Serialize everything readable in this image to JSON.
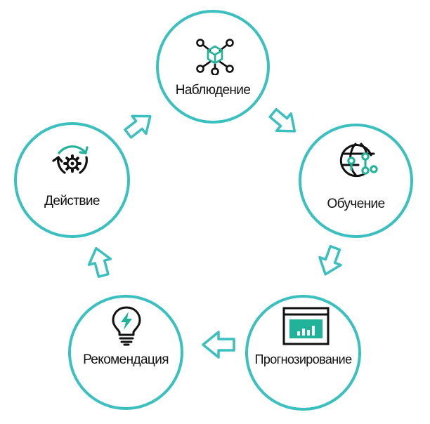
{
  "colors": {
    "circle_border": "#3bbfbf",
    "accent": "#21b39a",
    "icon_dark": "#111111",
    "arrow_outline": "#3bbfbf"
  },
  "nodes": [
    {
      "id": "observation",
      "label": "Наблюдение",
      "icon": "network-cube-icon"
    },
    {
      "id": "learning",
      "label": "Обучение",
      "icon": "globe-network-icon"
    },
    {
      "id": "forecasting",
      "label": "Прогнозирование",
      "icon": "monitor-chart-icon"
    },
    {
      "id": "recommendation",
      "label": "Рекомендация",
      "icon": "lightbulb-bolt-icon"
    },
    {
      "id": "action",
      "label": "Действие",
      "icon": "gear-cycle-icon"
    }
  ]
}
